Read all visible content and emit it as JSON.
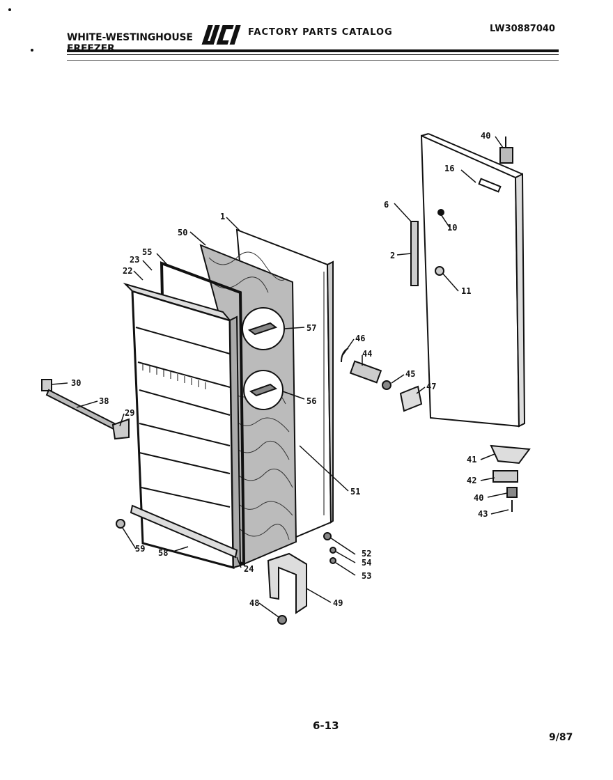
{
  "header": {
    "brand_line1": "WHITE-WESTINGHOUSE",
    "brand_line2": "FREEZER",
    "logo_text": "WCI",
    "catalog_title": "FACTORY PARTS CATALOG",
    "model_code": "LW30887040"
  },
  "footer": {
    "page_number": "6-13",
    "revision_date": "9/87"
  },
  "callouts": [
    {
      "id": "40-top",
      "label": "40"
    },
    {
      "id": "16",
      "label": "16"
    },
    {
      "id": "6",
      "label": "6"
    },
    {
      "id": "10",
      "label": "10"
    },
    {
      "id": "2",
      "label": "2"
    },
    {
      "id": "11",
      "label": "11"
    },
    {
      "id": "1",
      "label": "1"
    },
    {
      "id": "50",
      "label": "50"
    },
    {
      "id": "55",
      "label": "55"
    },
    {
      "id": "23",
      "label": "23"
    },
    {
      "id": "22",
      "label": "22"
    },
    {
      "id": "57",
      "label": "57"
    },
    {
      "id": "46",
      "label": "46"
    },
    {
      "id": "44",
      "label": "44"
    },
    {
      "id": "45",
      "label": "45"
    },
    {
      "id": "47",
      "label": "47"
    },
    {
      "id": "56",
      "label": "56"
    },
    {
      "id": "30",
      "label": "30"
    },
    {
      "id": "38",
      "label": "38"
    },
    {
      "id": "29",
      "label": "29"
    },
    {
      "id": "41",
      "label": "41"
    },
    {
      "id": "42",
      "label": "42"
    },
    {
      "id": "40-bot",
      "label": "40"
    },
    {
      "id": "43",
      "label": "43"
    },
    {
      "id": "51",
      "label": "51"
    },
    {
      "id": "52",
      "label": "52"
    },
    {
      "id": "54",
      "label": "54"
    },
    {
      "id": "53",
      "label": "53"
    },
    {
      "id": "59",
      "label": "59"
    },
    {
      "id": "58",
      "label": "58"
    },
    {
      "id": "24",
      "label": "24"
    },
    {
      "id": "49",
      "label": "49"
    },
    {
      "id": "48",
      "label": "48"
    }
  ]
}
